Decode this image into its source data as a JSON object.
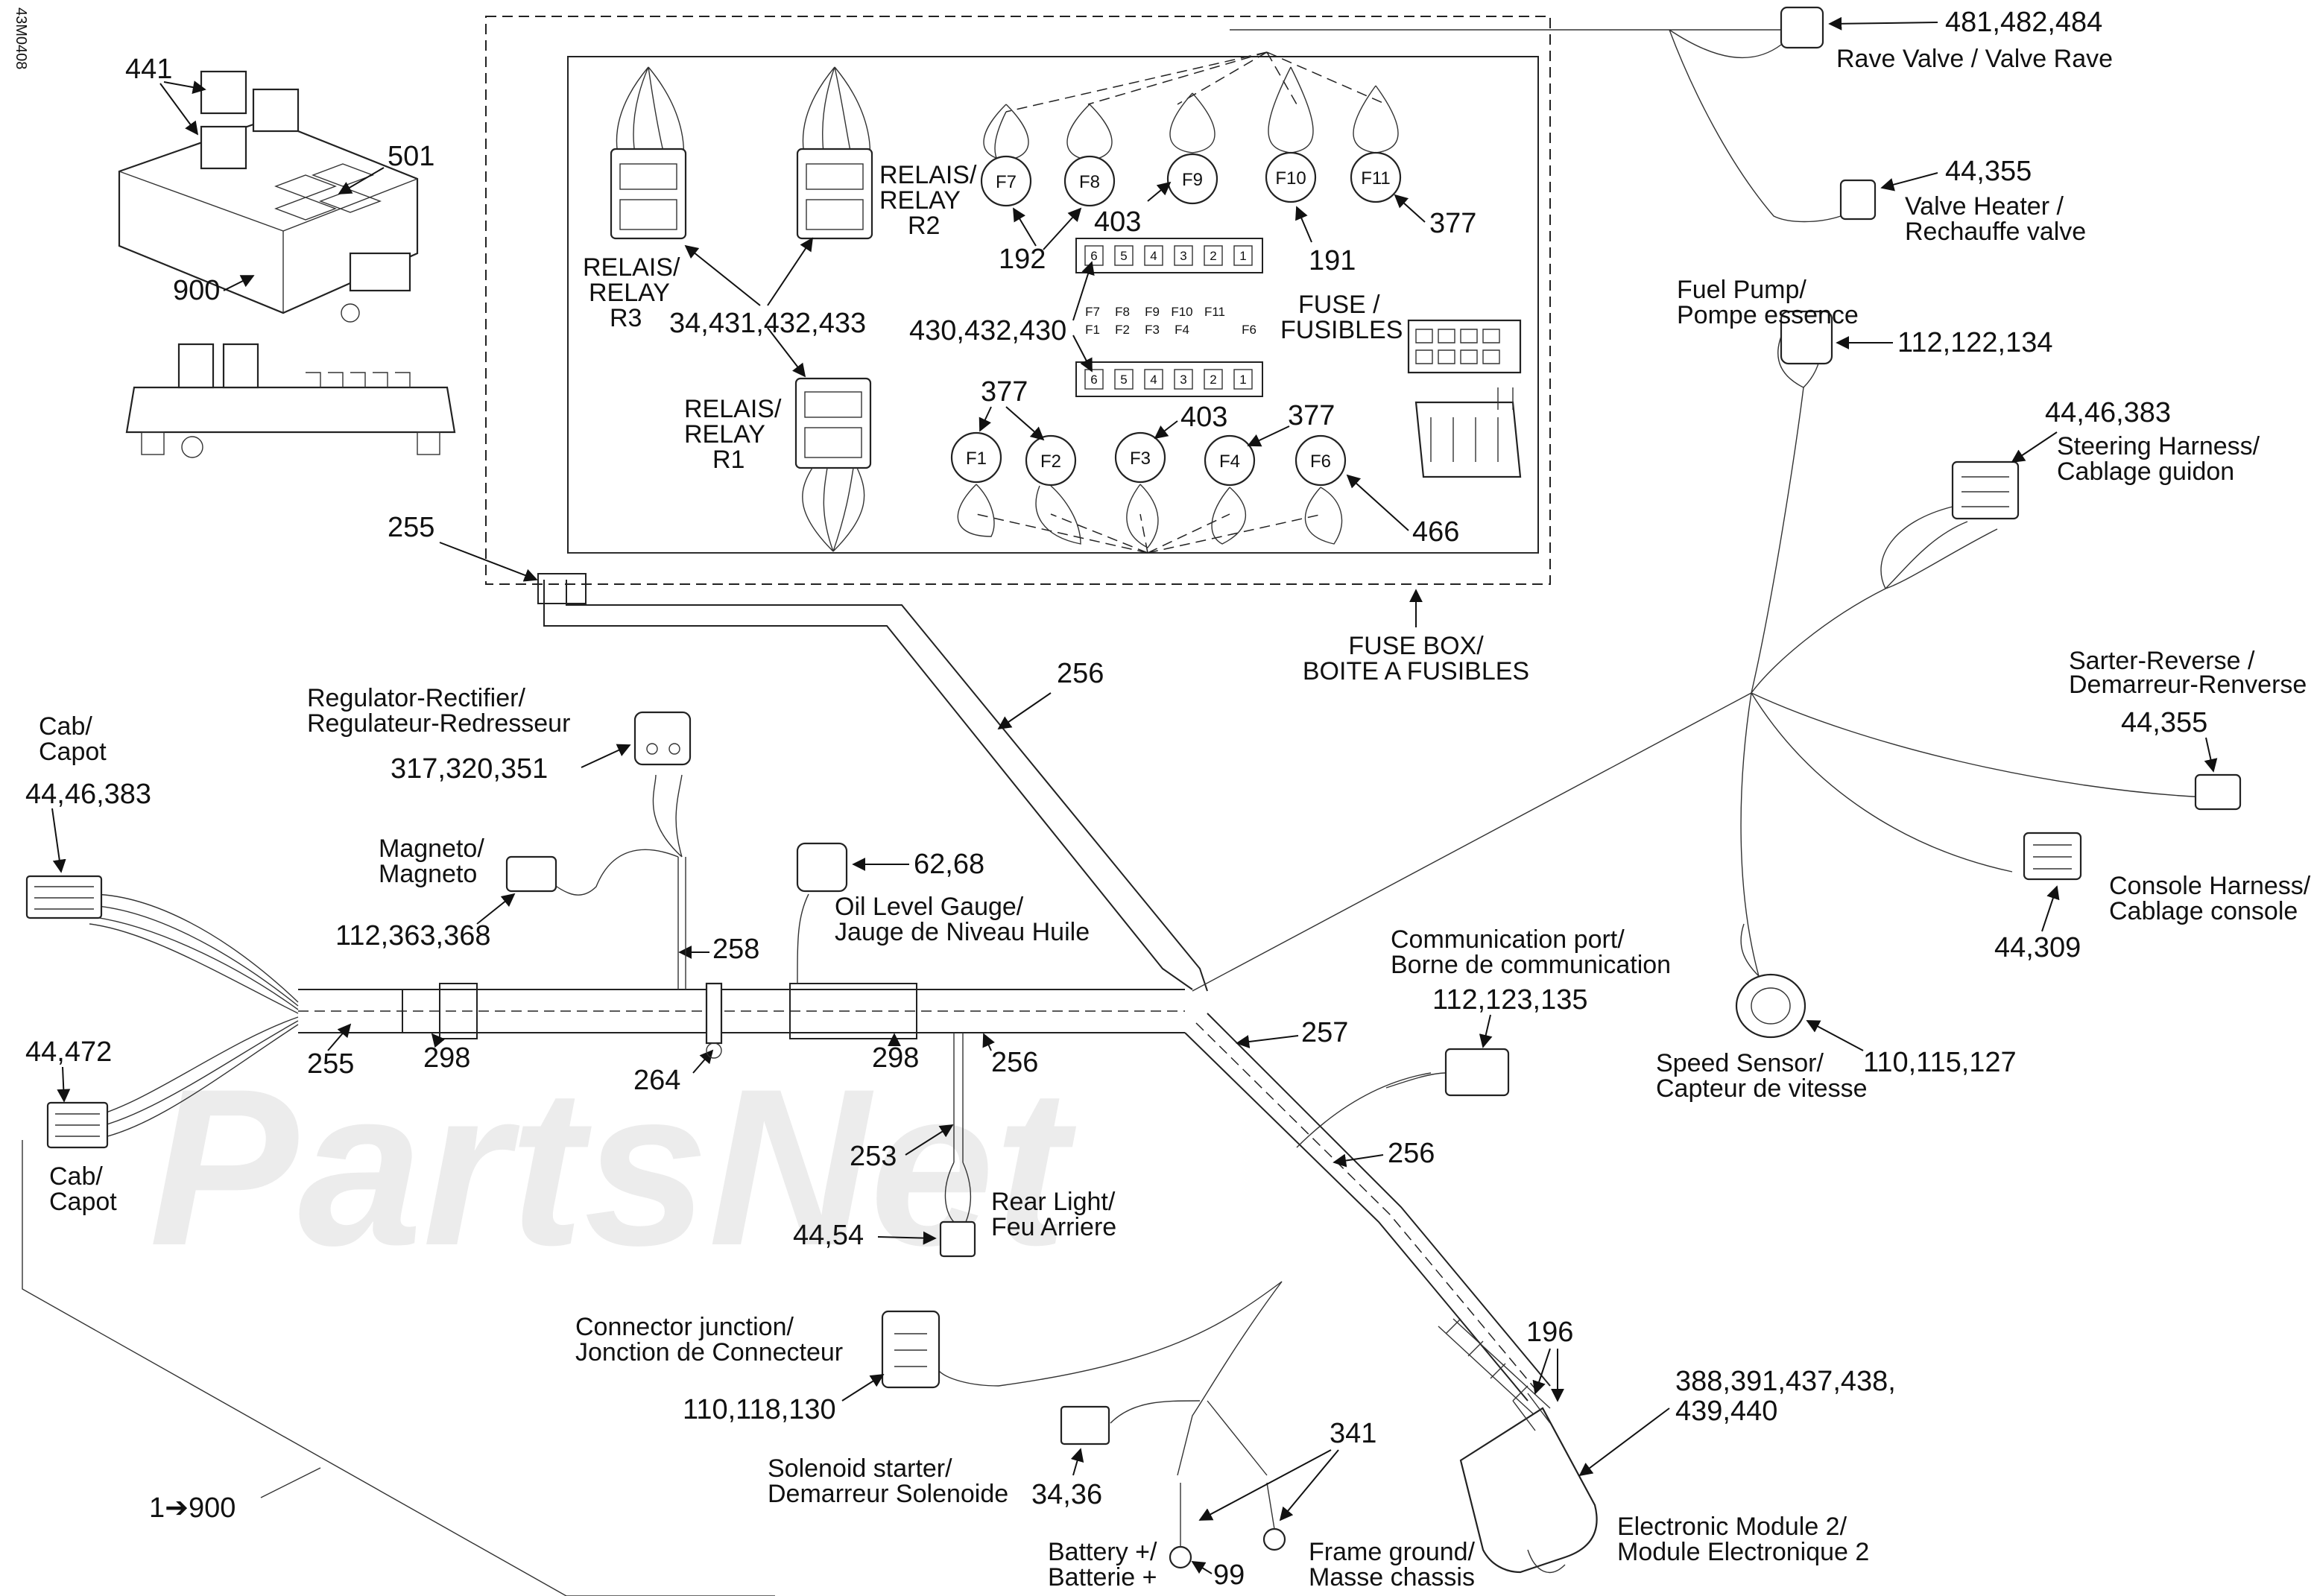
{
  "doc_code": "43M0408",
  "watermark": "PartsNet",
  "fuse_box": {
    "title_line1": "FUSE BOX/",
    "title_line2": "BOITE A FUSIBLES",
    "fuse_label_line1": "FUSE /",
    "fuse_label_line2": "FUSIBLES",
    "relay_r3": [
      "RELAIS/",
      "RELAY",
      "R3"
    ],
    "relay_r2": [
      "RELAIS/",
      "RELAY",
      "R2"
    ],
    "relay_r1": [
      "RELAIS/",
      "RELAY",
      "R1"
    ],
    "fuses_top": [
      "F7",
      "F8",
      "F9",
      "F10",
      "F11"
    ],
    "fuses_bottom": [
      "F1",
      "F2",
      "F3",
      "F4",
      "F6"
    ],
    "terminal_numbers": [
      "6",
      "5",
      "4",
      "3",
      "2",
      "1"
    ],
    "terminal_map_top": [
      "F7",
      "F8",
      "F9",
      "F10",
      "F11"
    ],
    "terminal_map_bottom": [
      "F1",
      "F2",
      "F3",
      "F4",
      "F6"
    ]
  },
  "refs": {
    "r441": "441",
    "r501": "501",
    "r900": "900",
    "r255a": "255",
    "r255b": "255",
    "r256a": "256",
    "r256b": "256",
    "r256c": "256",
    "r257": "257",
    "r258": "258",
    "r253": "253",
    "r264": "264",
    "r298a": "298",
    "r298b": "298",
    "r192": "192",
    "r403a": "403",
    "r403b": "403",
    "r191": "191",
    "r377a": "377",
    "r377b": "377",
    "r377c": "377",
    "r466": "466",
    "r196": "196",
    "r341": "341",
    "r99": "99",
    "relay_parts": "34,431,432,433",
    "fuse_parts": "430,432,430",
    "note_900": "1➔900"
  },
  "components": {
    "rave_valve": {
      "num": "481,482,484",
      "label": "Rave Valve / Valve Rave"
    },
    "valve_heater": {
      "num": "44,355",
      "label1": "Valve Heater /",
      "label2": "Rechauffe valve"
    },
    "fuel_pump": {
      "num": "112,122,134",
      "label1": "Fuel Pump/",
      "label2": "Pompe essence"
    },
    "steering": {
      "num": "44,46,383",
      "label1": "Steering Harness/",
      "label2": "Cablage guidon"
    },
    "starter_reverse": {
      "num": "44,355",
      "label1": "Sarter-Reverse /",
      "label2": "Demarreur-Renverse"
    },
    "console": {
      "num": "44,309",
      "label1": "Console Harness/",
      "label2": "Cablage console"
    },
    "speed_sensor": {
      "num": "110,115,127",
      "label1": "Speed Sensor/",
      "label2": "Capteur de vitesse"
    },
    "comm_port": {
      "num": "112,123,135",
      "label1": "Communication port/",
      "label2": "Borne de communication"
    },
    "regulator": {
      "num": "317,320,351",
      "label1": "Regulator-Rectifier/",
      "label2": "Regulateur-Redresseur"
    },
    "magneto": {
      "num": "112,363,368",
      "label1": "Magneto/",
      "label2": "Magneto"
    },
    "oil_gauge": {
      "num": "62,68",
      "label1": "Oil Level Gauge/",
      "label2": "Jauge de Niveau Huile"
    },
    "cab_top": {
      "num": "44,46,383",
      "label1": "Cab/",
      "label2": "Capot"
    },
    "cab_bottom": {
      "num": "44,472",
      "label1": "Cab/",
      "label2": "Capot"
    },
    "rear_light": {
      "num": "44,54",
      "label1": "Rear Light/",
      "label2": "Feu Arriere"
    },
    "connector_junction": {
      "num": "110,118,130",
      "label1": "Connector junction/",
      "label2": "Jonction de Connecteur"
    },
    "solenoid": {
      "num": "34,36",
      "label1": "Solenoid starter/",
      "label2": "Demarreur Solenoide"
    },
    "battery": {
      "label1": "Battery +/",
      "label2": "Batterie +"
    },
    "frame_ground": {
      "label1": "Frame ground/",
      "label2": "Masse chassis"
    },
    "ecm": {
      "num1": "388,391,437,438,",
      "num2": "439,440",
      "label1": "Electronic Module 2/",
      "label2": "Module Electronique 2"
    }
  }
}
